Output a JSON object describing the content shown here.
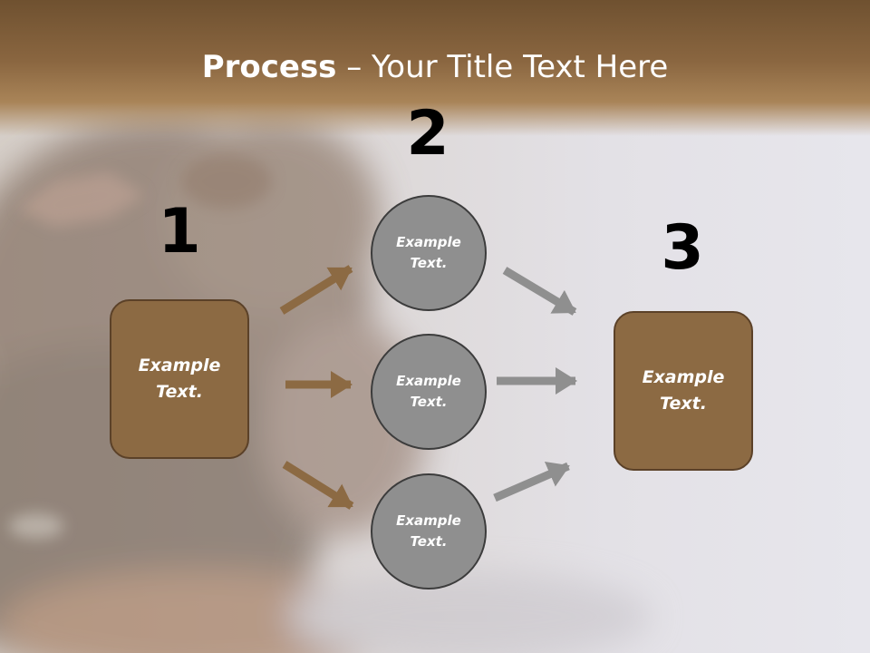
{
  "title": {
    "bold": "Process",
    "rest": " – Your Title Text Here"
  },
  "numbers": [
    "1",
    "2",
    "3"
  ],
  "steps": {
    "start": "Example Text.",
    "middle": [
      "Example Text.",
      "Example Text.",
      "Example Text."
    ],
    "end": "Example Text."
  },
  "colors": {
    "box_fill": "#8c6a43",
    "circle_fill": "#8f8f8f",
    "arrow_brown": "#8c6a43",
    "arrow_gray": "#8f8f8f",
    "header": "#8a6640"
  }
}
